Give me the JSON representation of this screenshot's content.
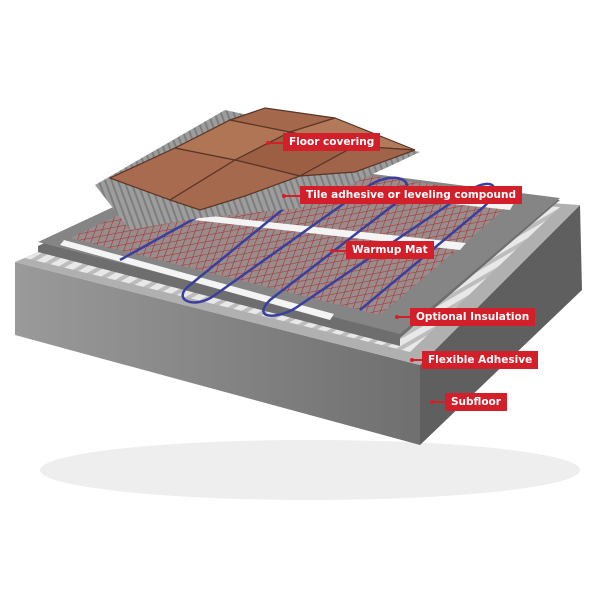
{
  "labels": {
    "floor_covering": "Floor covering",
    "tile_adhesive": "Tile adhesive or leveling compound",
    "warmup_mat": "Warmup Mat",
    "optional_insulation": "Optional Insulation",
    "flexible_adhesive": "Flexible Adhesive",
    "subfloor": "Subfloor"
  },
  "colors": {
    "label_background": "#d31f2a",
    "label_text": "#ffffff",
    "heating_cable": "#3a3f9e",
    "mat_grid": "#a23a3a",
    "tile": "#a86b4f",
    "concrete": "#8f8f8f"
  }
}
